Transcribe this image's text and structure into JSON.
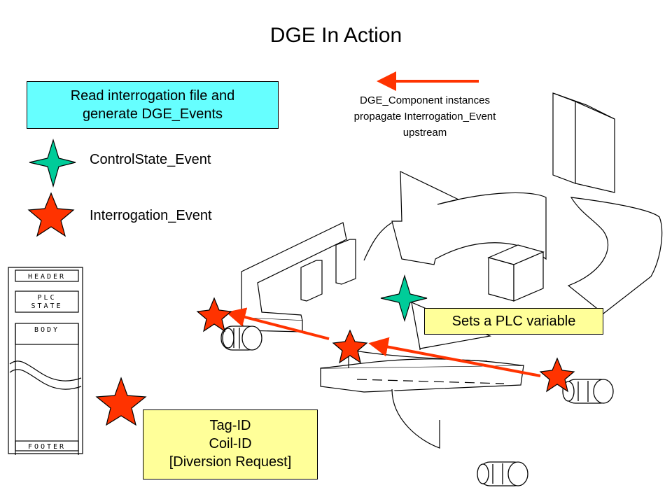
{
  "title": "DGE In Action",
  "read_box": {
    "line1": "Read interrogation file and",
    "line2": "generate DGE_Events"
  },
  "legend": {
    "control_state": "ControlState_Event",
    "interrogation": "Interrogation_Event"
  },
  "upstream_note": {
    "line1": "DGE_Component instances",
    "line2": "propagate Interrogation_Event",
    "line3": "upstream"
  },
  "plc_box": {
    "label": "Sets a PLC variable"
  },
  "tag_box": {
    "line1": "Tag-ID",
    "line2": "Coil-ID",
    "line3": "[Diversion Request]"
  },
  "record": {
    "header": "HEADER",
    "plc": "PLC",
    "state": "STATE",
    "body": "BODY",
    "footer": "FOOTER"
  },
  "colors": {
    "cyan": "#66ffff",
    "yellow": "#ffff99",
    "interrogation_star": "#ff3300",
    "control_star": "#00cc99",
    "arrow": "#ff3300"
  }
}
